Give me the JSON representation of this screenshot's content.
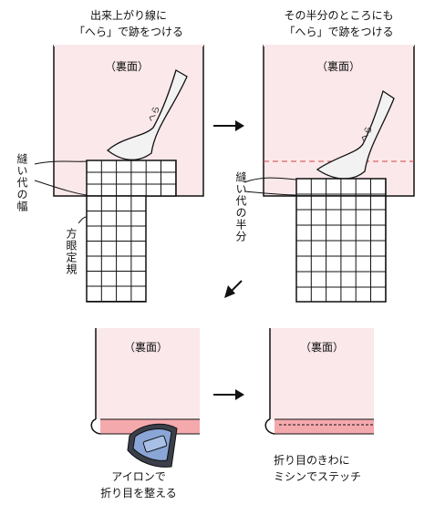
{
  "step1": {
    "caption_line1": "出来上がり線に",
    "caption_line2": "「へら」で跡をつける",
    "fabric_label": "（裏面）",
    "seam_label": "縫い代の幅",
    "ruler_label": "方眼定規",
    "tool_text": "へら"
  },
  "step2": {
    "caption_line1": "その半分のところにも",
    "caption_line2": "「へら」で跡をつける",
    "fabric_label": "（裏面）",
    "seam_label": "縫い代の半分",
    "tool_text": "へら"
  },
  "step3": {
    "fabric_label": "（裏面）",
    "caption_line1": "アイロンで",
    "caption_line2": "折り目を整える"
  },
  "step4": {
    "fabric_label": "（裏面）",
    "caption_line1": "折り目のきわに",
    "caption_line2": "ミシンでステッチ"
  },
  "colors": {
    "fabric": "#fbe8ea",
    "hem": "#f4a9ad",
    "iron": "#8aa6d6",
    "tool": "#f2f2f2"
  }
}
